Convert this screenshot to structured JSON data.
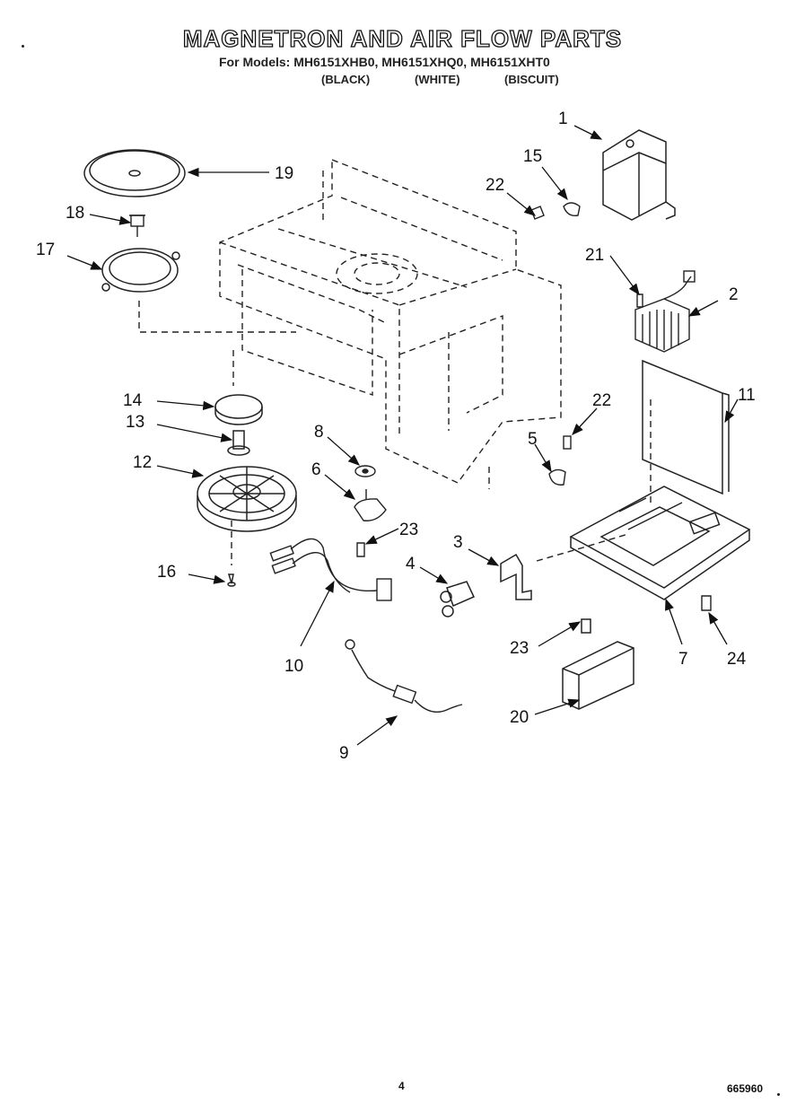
{
  "header": {
    "title": "MAGNETRON AND AIR FLOW PARTS",
    "models_line": "For Models: MH6151XHB0, MH6151XHQ0, MH6151XHT0",
    "colors": [
      "(BLACK)",
      "(WHITE)",
      "(BISCUIT)"
    ]
  },
  "callouts": [
    "1",
    "2",
    "3",
    "4",
    "5",
    "6",
    "7",
    "8",
    "9",
    "10",
    "11",
    "12",
    "13",
    "14",
    "15",
    "16",
    "17",
    "18",
    "19",
    "20",
    "21",
    "22",
    "22",
    "23",
    "23",
    "24"
  ],
  "footer": {
    "page_number": "4",
    "doc_number": "665960"
  }
}
